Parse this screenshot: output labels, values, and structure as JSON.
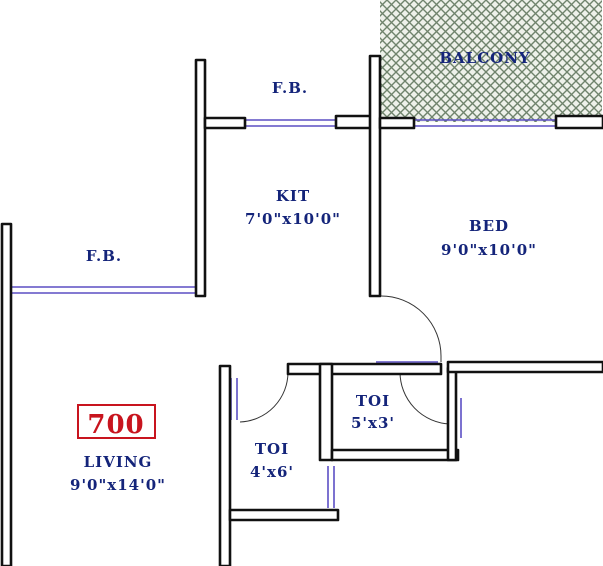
{
  "plan": {
    "colors": {
      "wall_fill": "#ffffff",
      "wall_stroke": "#111111",
      "window": "#5b4fc4",
      "label": "#14247a",
      "area": "#c8141e",
      "balcony_hatch": "#7a8c78"
    },
    "balcony": {
      "label": "BALCONY"
    },
    "fb_kitchen": {
      "label": "F.B."
    },
    "fb_living": {
      "label": "F.B."
    },
    "kitchen": {
      "name": "KIT",
      "size": "7'0\"x10'0\""
    },
    "bedroom": {
      "name": "BED",
      "size": "9'0\"x10'0\""
    },
    "toilet_right": {
      "name": "TOI",
      "size": "5'x3'"
    },
    "toilet_left": {
      "name": "TOI",
      "size": "4'x6'"
    },
    "living": {
      "name": "LIVING",
      "size": "9'0\"x14'0\""
    },
    "area_badge": {
      "value": "700"
    }
  }
}
